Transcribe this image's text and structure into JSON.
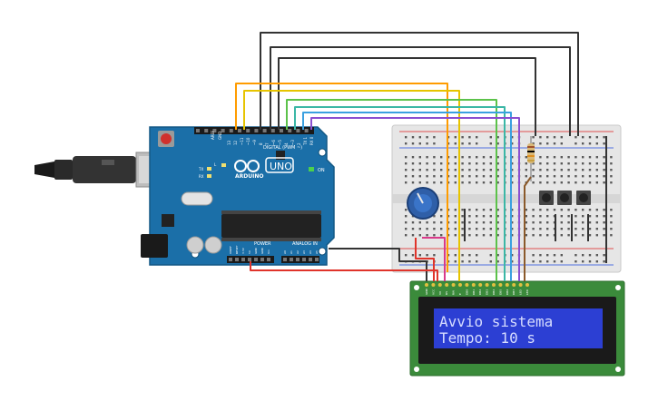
{
  "arduino": {
    "brand": "ARDUINO",
    "model": "UNO",
    "digital_label": "DIGITAL (PWM ~)",
    "analog_label": "ANALOG IN",
    "power_label": "POWER",
    "on_label": "ON",
    "tx_label": "TX",
    "rx_label": "RX",
    "l_label": "L",
    "aref_label": "AREF",
    "gnd_label": "GND",
    "pin_labels": [
      "13",
      "12",
      "~11",
      "~10",
      "~9",
      "8",
      "7",
      "~6",
      "~5",
      "4",
      "~3",
      "2",
      "TX 1",
      "RX 0"
    ],
    "power_pins": [
      "IOREF",
      "RESET",
      "3.3V",
      "5V",
      "GND",
      "GND",
      "Vin"
    ],
    "analog_pins": [
      "A0",
      "A1",
      "A2",
      "A3",
      "A4",
      "A5"
    ]
  },
  "breadboard": {
    "columns": 30
  },
  "lcd": {
    "line1": "Avvio sistema",
    "line2": "Tempo: 10 s",
    "pin_labels": [
      "GND",
      "VCC",
      "V0",
      "RS",
      "RW",
      "E",
      "DB0",
      "DB1",
      "DB2",
      "DB3",
      "DB4",
      "DB5",
      "DB6",
      "DB7",
      "LED",
      "LED"
    ]
  },
  "colors": {
    "board": "#1b6fa8",
    "breadboard": "#e6e6e6",
    "lcd_pcb": "#3b8b3b",
    "lcd_screen": "#2c3fd3",
    "lcd_text": "#d6dcff",
    "wire_black": "#333333",
    "wire_orange": "#ff9c00",
    "wire_yellow": "#e7c400",
    "wire_green": "#5cc24a",
    "wire_teal": "#3bb7a6",
    "wire_blue": "#3aa0e0",
    "wire_purple": "#8a4fd0",
    "wire_red": "#e0342b",
    "wire_pink": "#d93a8a",
    "wire_brown": "#8b5a2b"
  }
}
